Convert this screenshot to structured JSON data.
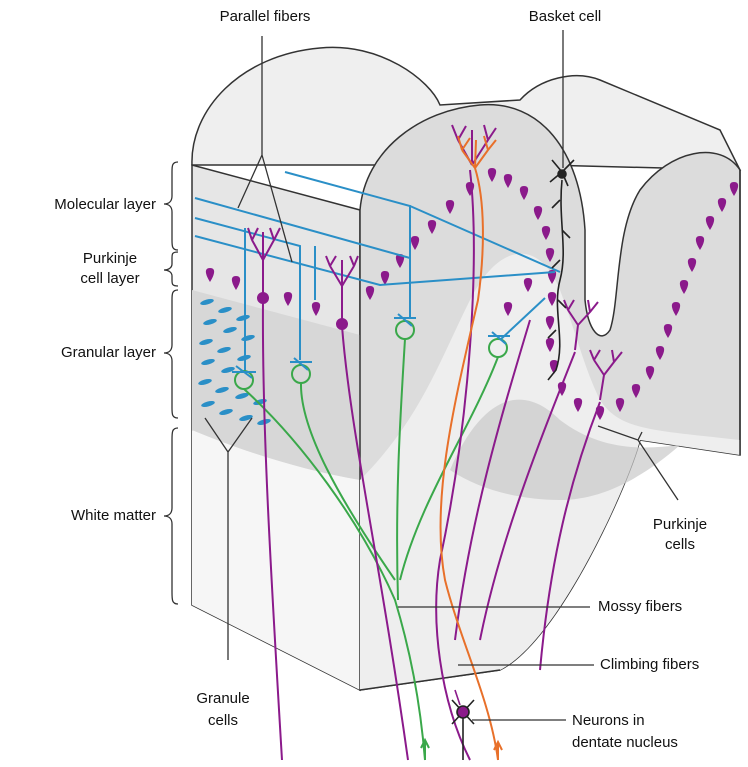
{
  "labels": {
    "parallel_fibers": "Parallel fibers",
    "basket_cell": "Basket cell",
    "molecular_layer": "Molecular layer",
    "purkinje_cell_layer_1": "Purkinje",
    "purkinje_cell_layer_2": "cell layer",
    "granular_layer": "Granular layer",
    "white_matter": "White matter",
    "purkinje_cells_1": "Purkinje",
    "purkinje_cells_2": "cells",
    "mossy_fibers": "Mossy fibers",
    "climbing_fibers": "Climbing fibers",
    "granule_cells_1": "Granule",
    "granule_cells_2": "cells",
    "dentate_1": "Neurons in",
    "dentate_2": "dentate nucleus"
  },
  "colors": {
    "purkinje": "#8b1a8b",
    "parallel_fiber": "#2a8fc7",
    "granule_cell": "#2a8fc7",
    "mossy_fiber": "#3aa84a",
    "climbing_fiber": "#e8702a",
    "purkinje_dendrite": "#e8702a",
    "basket_cell": "#222222",
    "tissue_face": "#e3e3e3",
    "tissue_shade": "#cfcfcf",
    "white_matter": "#f2f2f2",
    "outline": "#333333"
  }
}
